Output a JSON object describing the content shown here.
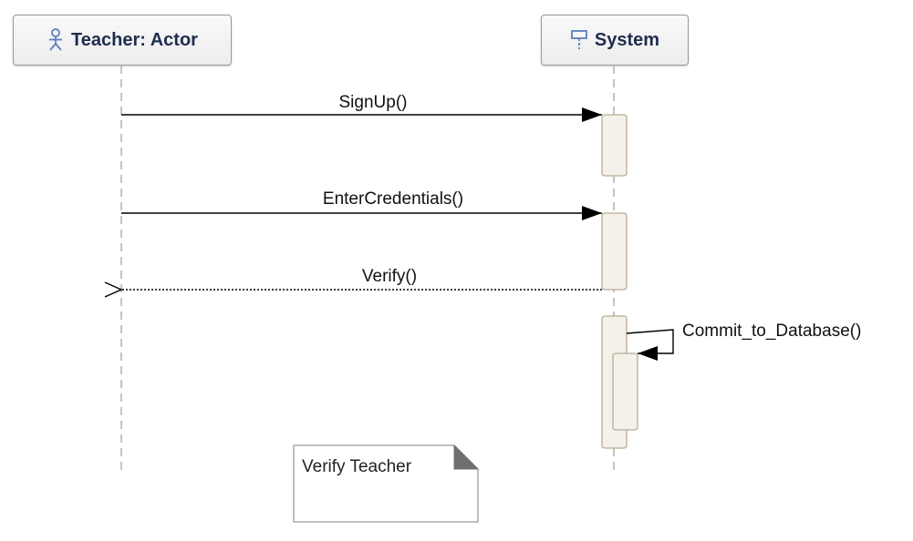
{
  "lifelines": {
    "teacher": {
      "label": "Teacher: Actor",
      "icon": "actor-icon"
    },
    "system": {
      "label": "System",
      "icon": "component-icon"
    }
  },
  "messages": [
    {
      "label": "SignUp()",
      "kind": "synchronous",
      "from": "teacher",
      "to": "system"
    },
    {
      "label": "EnterCredentials()",
      "kind": "synchronous",
      "from": "teacher",
      "to": "system"
    },
    {
      "label": "Verify()",
      "kind": "return",
      "from": "system",
      "to": "teacher"
    },
    {
      "label": "Commit_to_Database()",
      "kind": "self",
      "from": "system",
      "to": "system"
    }
  ],
  "note": {
    "text": "Verify Teacher"
  },
  "colors": {
    "activation_fill": "#f4f1ea",
    "activation_stroke": "#b9ad95",
    "header_text": "#1f2d4d",
    "icon_blue": "#5b7fbf",
    "lifeline_dash": "#b0b0b0"
  }
}
